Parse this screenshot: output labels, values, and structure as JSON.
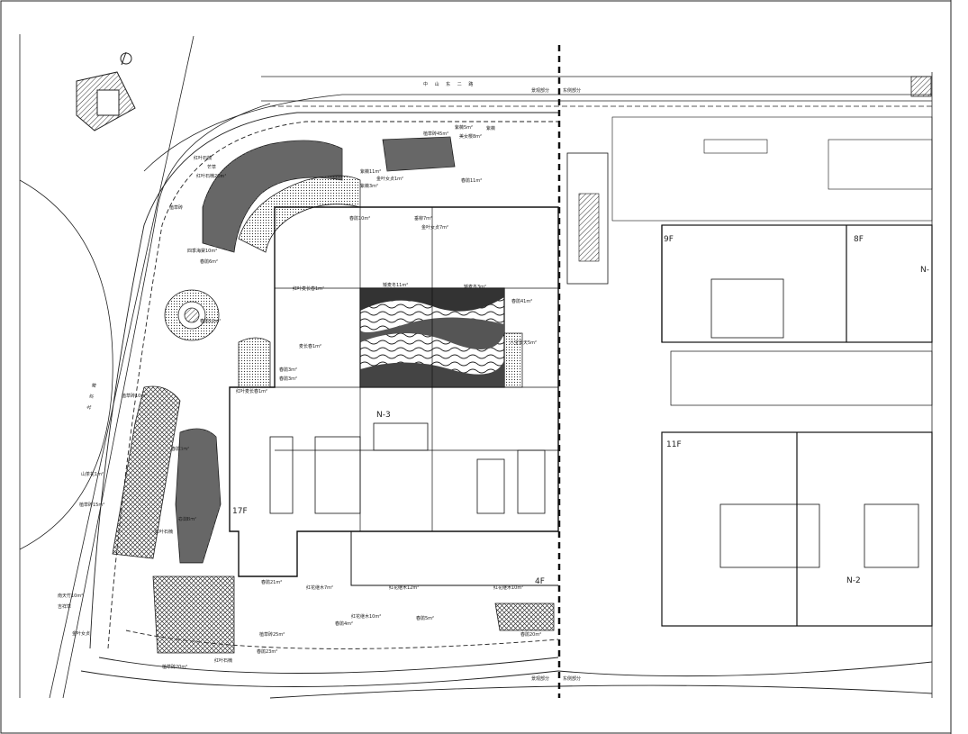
{
  "road": {
    "top": "中 山 东 二 路",
    "left": "北 京 路"
  },
  "zone_split": {
    "upper_left": "景观部分",
    "upper_right": "东侧部分",
    "lower_left": "景观部分",
    "lower_right": "东侧部分"
  },
  "building_labels": {
    "n3": "N-3",
    "n2": "N-2",
    "n_top": "N-",
    "f17": "17F",
    "f4": "4F",
    "f9": "9F",
    "f8": "8F",
    "f11": "11F"
  },
  "plant_labels": [
    "植草砖45m²",
    "紫薇5m²",
    "美女樱8m²",
    "红叶石楠",
    "芒草",
    "红叶石楠20m²",
    "植草砖",
    "四季海棠10m²",
    "春鹃6m²",
    "紫薇11m²",
    "金叶女贞1m²",
    "紫薇3m²",
    "春鹃11m²",
    "垂柳7m²",
    "金叶女贞7m²",
    "春鹃10m²",
    "红叶麦长春1m²",
    "矮麦冬11m²",
    "矮麦冬3m²",
    "春鹃12m²",
    "麦长春1m²",
    "春鹃3m²",
    "春鹃3m²",
    "红叶麦长春1m²",
    "春鹃41m²",
    "八宝景天5m²",
    "植草砖10m²",
    "春鹃3m²",
    "山茶花1m²",
    "植草砖15m²",
    "红叶石楠",
    "春鹃8m²",
    "南天竹10m²",
    "吉祥草",
    "红花继木7m²",
    "春鹃21m²",
    "红花继木12m²",
    "红花继木10m²",
    "红花继木10m²",
    "春鹃5m²",
    "春鹃4m²",
    "春鹃20m²",
    "植草砖25m²",
    "植草砖20m²",
    "春鹃23m²",
    "红叶石楠",
    "金叶女贞",
    "紫薇"
  ]
}
